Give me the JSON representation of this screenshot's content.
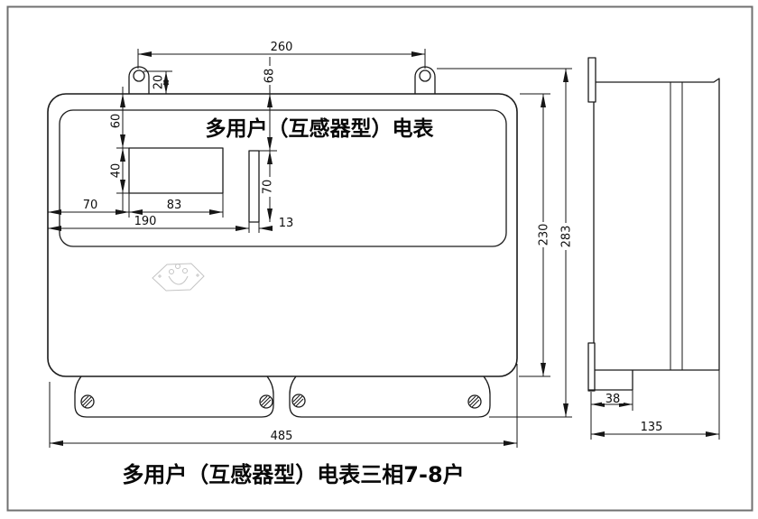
{
  "front_view": {
    "title": "多用户（互感器型）电表",
    "dims": {
      "hole_spacing": "260",
      "hole_offset": "20",
      "top_to_slot": "68",
      "top_to_window": "60",
      "window_height": "40",
      "left_to_window": "70",
      "window_width": "83",
      "left_to_slot": "190",
      "slot_width": "13",
      "slot_height": "70",
      "case_height": "230",
      "overall_height": "283",
      "overall_width": "485"
    }
  },
  "side_view": {
    "dims": {
      "terminal_cover_depth": "38",
      "overall_depth": "135"
    }
  },
  "caption": "多用户（互感器型）电表三相7-8户"
}
